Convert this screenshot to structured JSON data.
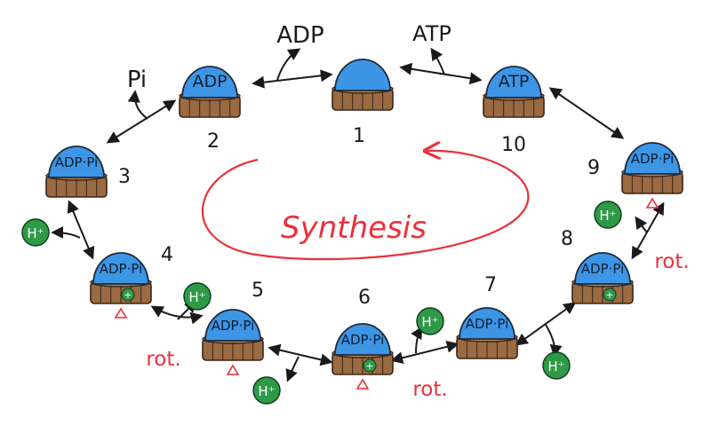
{
  "colors": {
    "dome": "#3d95e6",
    "dome_stroke": "#1e2b3a",
    "base": "#9a6a43",
    "base_stroke": "#3b2414",
    "proton": "#2e9a48",
    "rotation": "#e8323c",
    "synthesis": "#e8323c",
    "ink": "#1a1a1a"
  },
  "units": [
    {
      "id": 1,
      "step": "1",
      "label": ""
    },
    {
      "id": 2,
      "step": "2",
      "label": "ADP"
    },
    {
      "id": 3,
      "step": "3",
      "label": "ADP·Pi"
    },
    {
      "id": 4,
      "step": "4",
      "label": "ADP·Pi"
    },
    {
      "id": 5,
      "step": "5",
      "label": "ADP·Pi"
    },
    {
      "id": 6,
      "step": "6",
      "label": "ADP·Pi"
    },
    {
      "id": 7,
      "step": "7",
      "label": "ADP·Pi"
    },
    {
      "id": 8,
      "step": "8",
      "label": "ADP·Pi"
    },
    {
      "id": 9,
      "step": "9",
      "label": "ADP·Pi"
    },
    {
      "id": 10,
      "step": "10",
      "label": "ATP"
    }
  ],
  "molecules": {
    "adp": "ADP",
    "atp": "ATP",
    "pi": "Pi"
  },
  "proton_label": "H⁺",
  "plus_sign": "+",
  "rotation_label": "rot.",
  "cycle_label": "Synthesis"
}
